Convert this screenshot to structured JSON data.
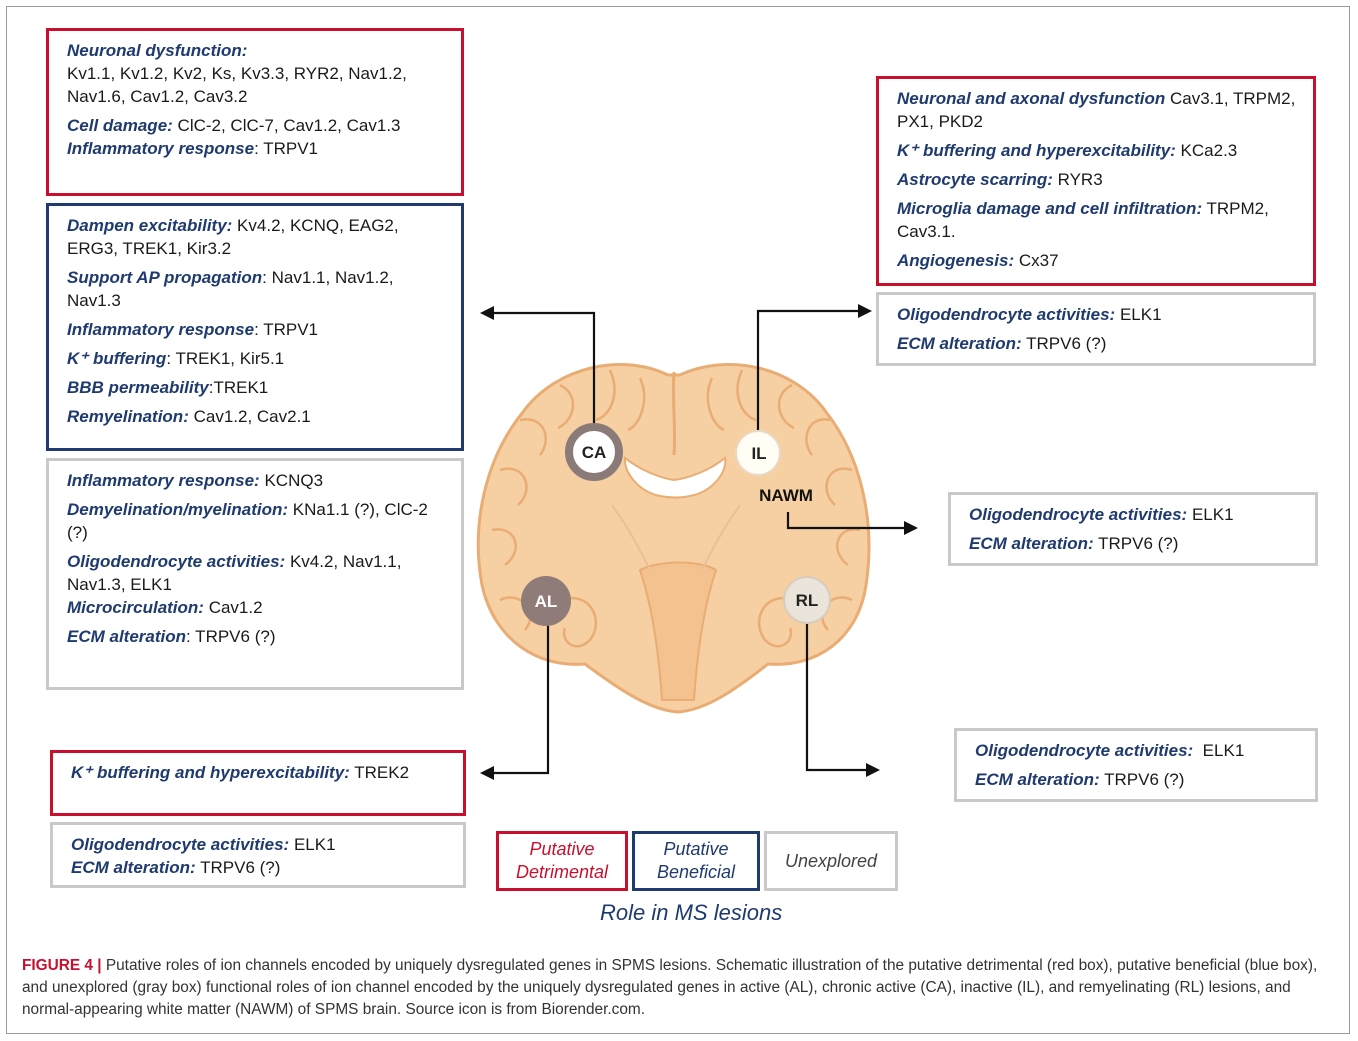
{
  "boxes": {
    "ca_red": {
      "sections": [
        {
          "heading": "Neuronal dysfunction",
          "sep": ":",
          "text": ""
        },
        {
          "heading": "",
          "sep": "",
          "text": "Kv1.1, Kv1.2, Kv2, Ks, Kv3.3, RYR2, Nav1.2, Nav1.6, Cav1.2, Cav3.2"
        },
        {
          "heading": "Cell damage:",
          "sep": "",
          "text": " ClC-2, ClC-7, Cav1.2, Cav1.3"
        },
        {
          "heading": "Inflammatory response",
          "sep": ":",
          "text": " TRPV1"
        }
      ]
    },
    "ca_blue": {
      "sections": [
        {
          "heading": "Dampen excitability:",
          "sep": "",
          "text": " Kv4.2, KCNQ, EAG2, ERG3, TREK1, Kir3.2"
        },
        {
          "heading": "Support AP propagation",
          "sep": ":",
          "text": " Nav1.1, Nav1.2, Nav1.3"
        },
        {
          "heading": "Inflammatory response",
          "sep": ":",
          "text": " TRPV1"
        },
        {
          "heading": "K⁺ buffering",
          "sep": ":",
          "text": " TREK1, Kir5.1"
        },
        {
          "heading": "BBB permeability",
          "sep": ":",
          "text": "TREK1"
        },
        {
          "heading": "Remyelination:",
          "sep": "",
          "text": " Cav1.2, Cav2.1"
        }
      ]
    },
    "ca_gray": {
      "sections": [
        {
          "heading": "Inflammatory response:",
          "sep": "",
          "text": " KCNQ3"
        },
        {
          "heading": "Demyelination/myelination:",
          "sep": "",
          "text": " KNa1.1 (?), ClC-2 (?)"
        },
        {
          "heading": "Oligodendrocyte activities:",
          "sep": "",
          "text": " Kv4.2, Nav1.1, Nav1.3, ELK1"
        },
        {
          "heading": "Microcirculation:",
          "sep": "",
          "text": " Cav1.2"
        },
        {
          "heading": "ECM alteration",
          "sep": ":",
          "text": " TRPV6 (?)"
        }
      ]
    },
    "al_red": {
      "sections": [
        {
          "heading": "K⁺ buffering and hyperexcitability:",
          "sep": "",
          "text": " TREK2"
        }
      ]
    },
    "al_gray": {
      "sections": [
        {
          "heading": "Oligodendrocyte activities:",
          "sep": "",
          "text": " ELK1"
        },
        {
          "heading": "ECM alteration:",
          "sep": "",
          "text": " TRPV6 (?)"
        }
      ]
    },
    "il_red": {
      "sections": [
        {
          "heading": "Neuronal and axonal dysfunction",
          "sep": "",
          "text": " Cav3.1, TRPM2, PX1, PKD2"
        },
        {
          "heading": "K⁺ buffering and hyperexcitability:",
          "sep": "",
          "text": " KCa2.3"
        },
        {
          "heading": "Astrocyte scarring:",
          "sep": "",
          "text": " RYR3"
        },
        {
          "heading": "Microglia damage and cell infiltration:",
          "sep": "",
          "text": " TRPM2, Cav3.1."
        },
        {
          "heading": "Angiogenesis:",
          "sep": "",
          "text": " Cx37"
        }
      ]
    },
    "il_gray": {
      "sections": [
        {
          "heading": "Oligodendrocyte activities:",
          "sep": "",
          "text": " ELK1"
        },
        {
          "heading": "ECM alteration:",
          "sep": "",
          "text": " TRPV6 (?)"
        }
      ]
    },
    "nawm_gray": {
      "sections": [
        {
          "heading": "Oligodendrocyte activities:",
          "sep": "",
          "text": " ELK1"
        },
        {
          "heading": "ECM alteration:",
          "sep": "",
          "text": " TRPV6 (?)"
        }
      ]
    },
    "rl_gray": {
      "sections": [
        {
          "heading": "Oligodendrocyte activities:",
          "sep": "",
          "text": "  ELK1"
        },
        {
          "heading": "ECM alteration:",
          "sep": "",
          "text": " TRPV6 (?)"
        }
      ]
    }
  },
  "lesions": {
    "ca": "CA",
    "il": "IL",
    "al": "AL",
    "rl": "RL",
    "nawm": "NAWM"
  },
  "legend": {
    "detrimental": "Putative Detrimental",
    "beneficial": "Putative Beneficial",
    "unexplored": "Unexplored",
    "title": "Role in MS lesions"
  },
  "caption": {
    "label": "FIGURE 4 |",
    "text": "Putative roles of ion channels encoded by uniquely dysregulated genes in SPMS lesions. Schematic illustration of the putative detrimental (red box), putative beneficial (blue box), and unexplored (gray box) functional roles of ion channel encoded by the uniquely dysregulated genes in active (AL), chronic active (CA), inactive (IL), and remyelinating (RL) lesions, and normal-appearing white matter (NAWM) of SPMS brain. Source icon is from Biorender.com."
  },
  "colors": {
    "detrimental": "#c8102e",
    "beneficial": "#1f3a6e",
    "unexplored": "#c9c9c9",
    "brain": "#f6cfa3",
    "brain_edge": "#e9ad74"
  }
}
